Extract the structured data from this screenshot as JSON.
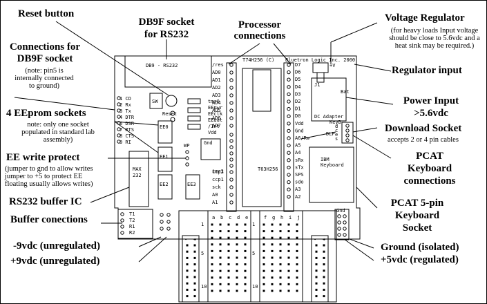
{
  "callouts": {
    "reset_button": "Reset button",
    "db9f_socket_line1": "DB9F socket",
    "db9f_socket_line2": "for RS232",
    "processor_line1": "Processor",
    "processor_line2": "connections",
    "voltage_regulator": "Voltage Regulator",
    "voltage_regulator_note": [
      "(for heavy loads Input voltage",
      "should be close to 5.6vdc and a",
      "heat sink may be required.)"
    ],
    "connections_db9f_line1": "Connections for",
    "connections_db9f_line2": "DB9F socket",
    "connections_db9f_note": [
      "(note: pin5 is",
      "internally connected",
      "to ground)"
    ],
    "regulator_input": "Regulator input",
    "power_input_line1": "Power Input",
    "power_input_line2": ">5.6vdc",
    "eeprom_sockets": "4 EEprom sockets",
    "eeprom_note": [
      "note: only one socket",
      "populated in standard lab",
      "assembly)"
    ],
    "download_socket": "Download Socket",
    "download_note": "accepts 2 or 4 pin cables",
    "ee_write_protect": "EE write protect",
    "ee_write_note": [
      "(jumper to gnd to allow writes",
      "jumper to +5 to protect EE",
      "floating usually allows writes)"
    ],
    "pcat_keyboard_line1": "PCAT",
    "pcat_keyboard_line2": "Keyboard",
    "pcat_keyboard_line3": "connections",
    "rs232_buffer": "RS232 buffer IC",
    "pcat_5pin_line1": "PCAT 5-pin",
    "pcat_5pin_line2": "Keyboard",
    "pcat_5pin_line3": "Socket",
    "buffer_connections": "Buffer conections",
    "minus9": "-9vdc (unregulated)",
    "plus9": "+9vdc (unregulated)",
    "ground_isolated": "Ground (isolated)",
    "plus5": "+5vdc (regulated)"
  },
  "board": {
    "db9_label": "DB9 - RS232",
    "chip_label": "T74H256 (C)",
    "maker_label": "Bluetron Logic Inc. 2000",
    "processor_label": "T63H256",
    "max_chip": [
      "MAX",
      "232"
    ],
    "sw_label": "SW",
    "reset_label": "Reset",
    "rs232_pins": [
      "1 CD",
      "2 Rx",
      "3 Tx",
      "4 DTR",
      "6 DSR",
      "7 RTS",
      "8 CTS",
      "9 RI"
    ],
    "left_header_pins": [
      "/res",
      "AD0",
      "AD1",
      "AD2",
      "AD3",
      "AD4",
      "AD5",
      "AD6",
      "AD7"
    ],
    "ee_pins": [
      "tmr0",
      "EEpwr",
      "EEclk",
      "EEdat",
      "/Int",
      "Vdd"
    ],
    "mid_pins": [
      "Gnd",
      "ccp2",
      "ccp1",
      "sck",
      "A0",
      "A1"
    ],
    "tmr_label": "tmr1",
    "wp_label": "WP",
    "ee_sockets": [
      "EE0",
      "EE1",
      "EE2",
      "EE3"
    ],
    "right_header_pins": [
      "D7",
      "D6",
      "D5",
      "D4",
      "D3",
      "D2",
      "D1",
      "D0",
      "Vdd",
      "Gnd",
      "A6/Rw",
      "A5",
      "A4",
      "sRx",
      "sTx",
      "SPS",
      "sdo",
      "A3",
      "A2"
    ],
    "reg_plus": "+V",
    "bat_label": "Bat",
    "j1_label": "J1",
    "dc_adapter": "DC Adapter",
    "key_label": "KeyB",
    "dl_label": "DLP",
    "dl_pins": [
      "d",
      "c",
      "e",
      "s"
    ],
    "keyboard_label": [
      "IBM",
      "Keyboard"
    ],
    "buffer_pins": [
      "T1",
      "T2",
      "R1",
      "R2"
    ],
    "gnd_label": "Gnd",
    "breadboard_cols_left": [
      "a",
      "b",
      "c",
      "d",
      "e"
    ],
    "breadboard_cols_right": [
      "f",
      "g",
      "h",
      "i",
      "j"
    ],
    "row_numbers": [
      "1",
      "5",
      "10"
    ],
    "rail_signs": [
      "-",
      "+"
    ]
  }
}
